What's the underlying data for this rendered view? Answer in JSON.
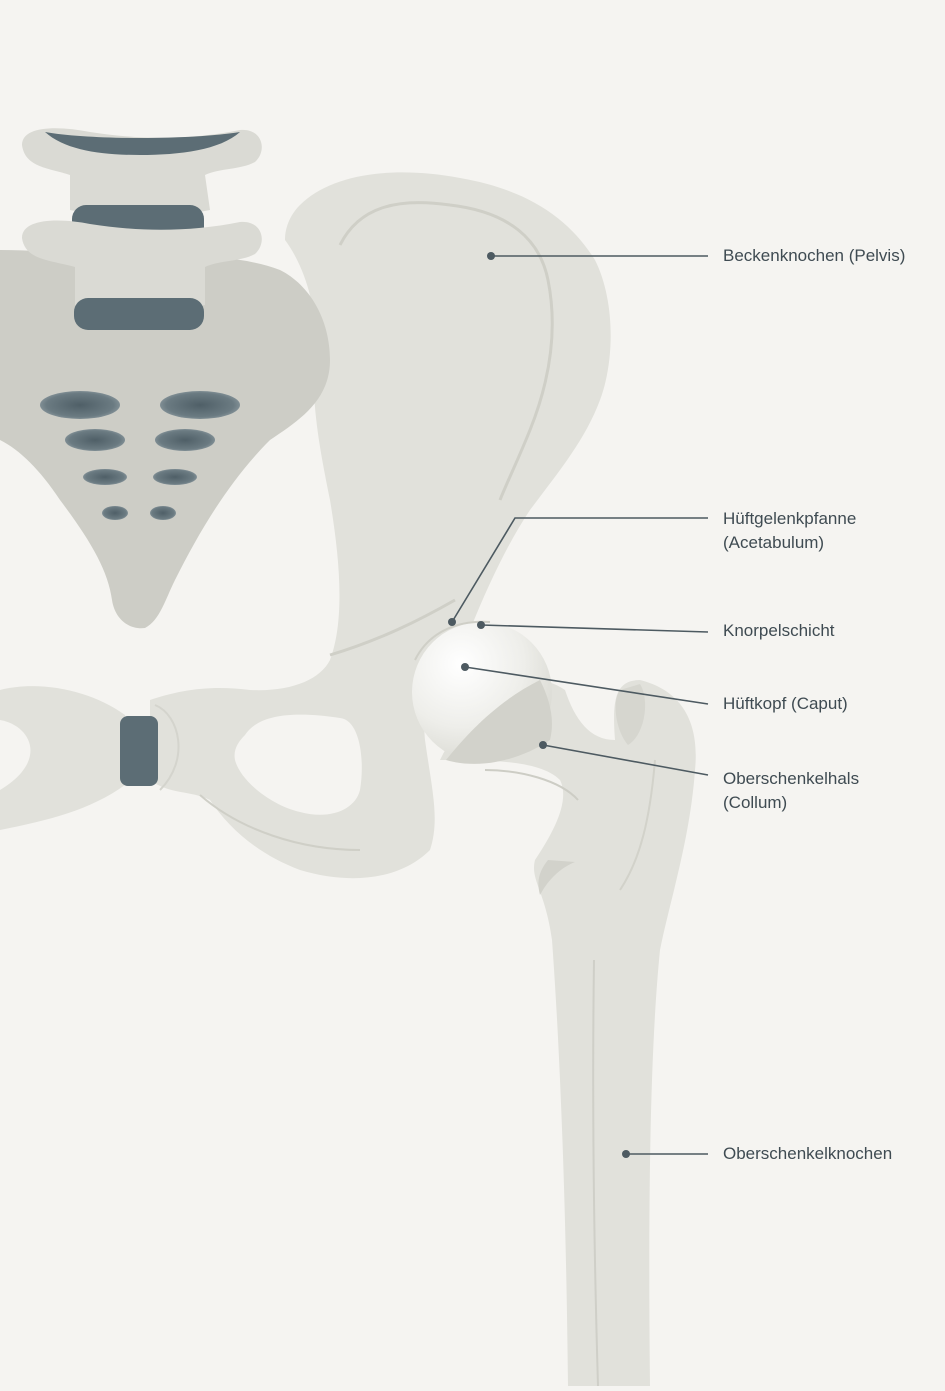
{
  "labels": {
    "pelvis": "Beckenknochen (Pelvis)",
    "acetabulum_line1": "Hüftgelenkpfanne",
    "acetabulum_line2": "(Acetabulum)",
    "cartilage": "Knorpelschicht",
    "femoral_head": "Hüftkopf (Caput)",
    "femoral_neck_line1": "Oberschenkelhals",
    "femoral_neck_line2": "(Collum)",
    "femur": "Oberschenkelknochen"
  },
  "colors": {
    "background": "#f5f4f1",
    "bone": "#e1e1db",
    "bone_shadow": "#cfcfc7",
    "sacrum": "#cdcdc6",
    "disc": "#5c6d75",
    "leader_line": "#4d5a61",
    "text": "#3f4b52",
    "femoral_head_light": "#fbfbf9"
  }
}
